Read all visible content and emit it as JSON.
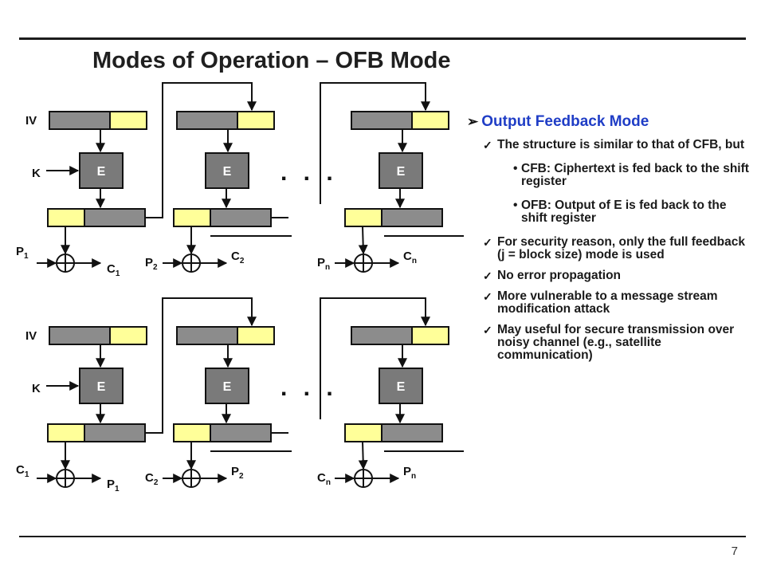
{
  "slide": {
    "title": "Modes of Operation – OFB Mode",
    "page_number": "7"
  },
  "text_panel": {
    "heading": "Output Feedback Mode",
    "heading_marker": "➢",
    "items": [
      {
        "text": "The structure is similar to that of CFB, but",
        "subitems": [
          "CFB: Ciphertext is fed back to the shift register",
          "OFB: Output of E is fed back to the shift register"
        ]
      },
      {
        "text": "For security reason, only the full feedback (j = block size) mode is used"
      },
      {
        "text": "No error propagation"
      },
      {
        "text": "More vulnerable to a message stream modification attack"
      },
      {
        "text": "May useful for secure transmission over noisy channel (e.g., satellite communication)"
      }
    ],
    "check_glyph": "✓",
    "bullet_glyph": "•"
  },
  "diagram": {
    "encrypt": {
      "iv_label": "IV",
      "key_label": "K",
      "block_label": "E",
      "ellipsis": ". . .",
      "stages": [
        {
          "in_main": "P",
          "in_sub": "1",
          "out_main": "C",
          "out_sub": "1"
        },
        {
          "in_main": "P",
          "in_sub": "2",
          "out_main": "C",
          "out_sub": "2"
        },
        {
          "in_main": "P",
          "in_sub": "n",
          "out_main": "C",
          "out_sub": "n"
        }
      ]
    },
    "decrypt": {
      "iv_label": "IV",
      "key_label": "K",
      "block_label": "E",
      "ellipsis": ". . .",
      "stages": [
        {
          "in_main": "C",
          "in_sub": "1",
          "out_main": "P",
          "out_sub": "1"
        },
        {
          "in_main": "C",
          "in_sub": "2",
          "out_main": "P",
          "out_sub": "2"
        },
        {
          "in_main": "C",
          "in_sub": "n",
          "out_main": "P",
          "out_sub": "n"
        }
      ]
    }
  },
  "colors": {
    "register_grey": "#8c8c8c",
    "register_yellow": "#ffff99",
    "e_box": "#7a7a7a",
    "heading_blue": "#1f3dc6"
  }
}
